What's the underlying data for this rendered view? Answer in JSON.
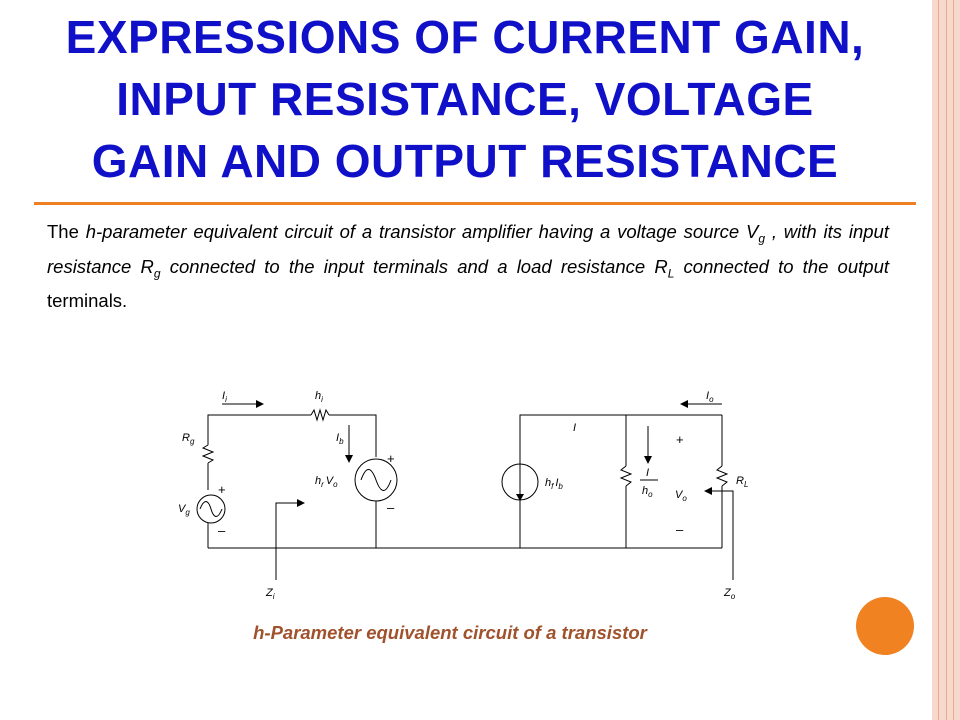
{
  "slide": {
    "title_lines": [
      "EXPRESSIONS OF CURRENT GAIN,",
      "INPUT RESISTANCE, VOLTAGE",
      "GAIN AND OUTPUT RESISTANCE"
    ],
    "paragraph": {
      "t1": "The ",
      "t2": "h-parameter equivalent circuit of a transistor amplifier having a voltage source V",
      "t2_sub": "g",
      "t3": " , with its input resistance R",
      "t3_sub": "g",
      "t4": " connected to the input terminals and a load resistance R",
      "t4_sub": "L",
      "t5": " connected to the output",
      "t6": " terminals."
    },
    "caption": "h-Parameter equivalent circuit of a transistor"
  },
  "circuit": {
    "labels": {
      "Ii": "I",
      "Ii_sub": "i",
      "hi": "h",
      "hi_sub": "i",
      "Rg": "R",
      "Rg_sub": "g",
      "Ib": "I",
      "Ib_sub": "b",
      "hrVo_h": "h",
      "hrVo_sub1": "r",
      "hrVo_V": "V",
      "hrVo_sub2": "o",
      "Vg": "V",
      "Vg_sub": "g",
      "Zi": "Z",
      "Zi_sub": "i",
      "hfIb_h": "h",
      "hfIb_sub1": "f",
      "hfIb_I": "I",
      "hfIb_sub2": "b",
      "I": "I",
      "Io": "I",
      "Io_sub": "o",
      "frac_num": "I",
      "frac_den": "h",
      "frac_den_sub": "o",
      "Vo": "V",
      "Vo_sub": "o",
      "RL": "R",
      "RL_sub": "L",
      "Zo": "Z",
      "Zo_sub": "o",
      "plus": "+",
      "minus": "–"
    }
  },
  "colors": {
    "title": "#1010c8",
    "accent": "#ee7f22",
    "caption": "#a0522d",
    "border": "#f6d8cc"
  }
}
